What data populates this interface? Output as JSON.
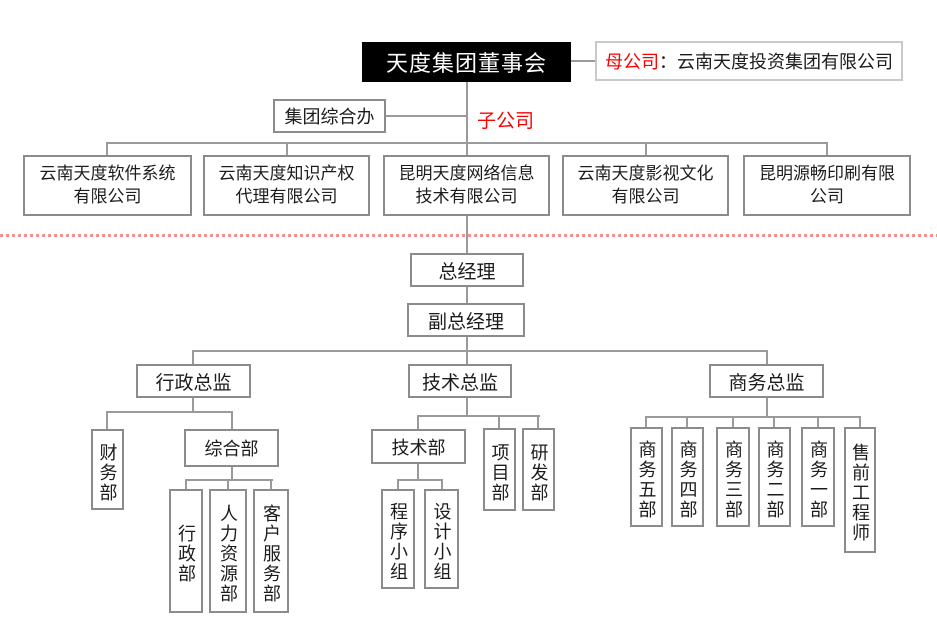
{
  "colors": {
    "header_bg": "#000000",
    "header_text": "#ffffff",
    "accent_red": "#fe0000",
    "divider_pink": "#f69191",
    "line_gray": "#9a9a9a",
    "box_border_gray": "#8b8b8b"
  },
  "board": {
    "label": "天度集团董事会"
  },
  "parent_company": {
    "label": "母公司",
    "colon": "：",
    "name": "云南天度投资集团有限公司"
  },
  "group_office": {
    "label": "集团综合办"
  },
  "subsidiary_label": "子公司",
  "subsidiaries": [
    {
      "line1": "云南天度软件系统",
      "line2": "有限公司"
    },
    {
      "line1": "云南天度知识产权",
      "line2": "代理有限公司"
    },
    {
      "line1": "昆明天度网络信息",
      "line2": "技术有限公司"
    },
    {
      "line1": "云南天度影视文化",
      "line2": "有限公司"
    },
    {
      "line1": "昆明源畅印刷有限",
      "line2": "公司"
    }
  ],
  "management": {
    "general_manager": "总经理",
    "deputy_general_manager": "副总经理"
  },
  "directors": {
    "admin": "行政总监",
    "tech": "技术总监",
    "business": "商务总监"
  },
  "admin_branch": {
    "finance": "财务部",
    "general": "综合部",
    "general_children": [
      "行政部",
      "人力资源部",
      "客户服务部"
    ]
  },
  "tech_branch": {
    "tech_dept": "技术部",
    "project": "项目部",
    "rnd": "研发部",
    "tech_children": [
      "程序小组",
      "设计小组"
    ]
  },
  "business_branch": {
    "depts": [
      "商务五部",
      "商务四部",
      "商务三部",
      "商务二部",
      "商务一部",
      "售前工程师"
    ]
  }
}
